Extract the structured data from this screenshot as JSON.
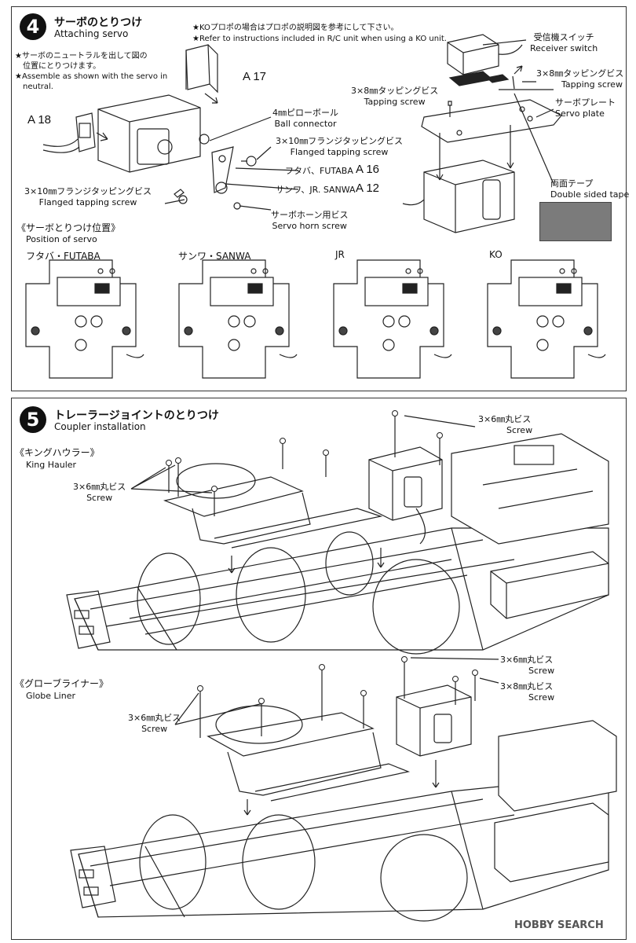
{
  "step4": {
    "number": "4",
    "title_jp": "サーボのとりつけ",
    "title_en": "Attaching servo",
    "note1_jp": "★サーボのニュートラルを出して図の",
    "note1_jp2": "位置にとりつけます。",
    "note1_en": "★Assemble as shown with the servo in",
    "note1_en2": "neutral.",
    "note2_jp": "★KOプロポの場合はプロポの説明図を参考にして下さい。",
    "note2_en": "★Refer to instructions included in R/C unit when using a KO unit.",
    "parts": {
      "a17": "A 17",
      "a18": "A 18",
      "a16": "A 16",
      "a12": "A 12"
    },
    "labels": {
      "ball_jp": "4㎜ピローボール",
      "ball_en": "Ball connector",
      "flanged1_jp": "3×10㎜フランジタッピングビス",
      "flanged1_en": "Flanged tapping screw",
      "futaba": "フタバ、FUTABA",
      "sanwa": "サンワ、JR. SANWA",
      "flanged2_jp": "3×10㎜フランジタッピングビス",
      "flanged2_en": "Flanged tapping screw",
      "horn_jp": "サーボホーン用ビス",
      "horn_en": "Servo horn screw",
      "receiver_jp": "受信機スイッチ",
      "receiver_en": "Receiver switch",
      "tap1_jp": "3×8㎜タッピングビス",
      "tap1_en": "Tapping screw",
      "tap2_jp": "3×8㎜タッピングビス",
      "tap2_en": "Tapping screw",
      "plate_jp": "サーボプレート",
      "plate_en": "Servo plate",
      "tape_jp": "両面テープ",
      "tape_en": "Double sided tape"
    },
    "position": {
      "title_jp": "《サーボとりつけ位置》",
      "title_en": "Position of servo",
      "brands": [
        "フタバ・FUTABA",
        "サンワ・SANWA",
        "JR",
        "KO"
      ]
    }
  },
  "step5": {
    "number": "5",
    "title_jp": "トレーラージョイントのとりつけ",
    "title_en": "Coupler installation",
    "king": {
      "title_jp": "《キングハウラー》",
      "title_en": "King Hauler",
      "screw1_jp": "3×6㎜丸ビス",
      "screw1_en": "Screw",
      "screw2_jp": "3×6㎜丸ビス",
      "screw2_en": "Screw"
    },
    "globe": {
      "title_jp": "《グローブライナー》",
      "title_en": "Globe Liner",
      "screw1_jp": "3×6㎜丸ビス",
      "screw1_en": "Screw",
      "screw2_jp": "3×6㎜丸ビス",
      "screw2_en": "Screw",
      "screw3_jp": "3×8㎜丸ビス",
      "screw3_en": "Screw"
    }
  },
  "watermark": "HOBBY SEARCH",
  "colors": {
    "ink": "#111111",
    "tape": "#7b7b7b"
  }
}
